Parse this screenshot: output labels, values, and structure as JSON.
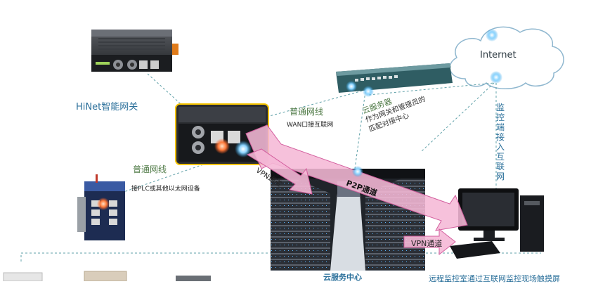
{
  "cloud": {
    "label": "Internet"
  },
  "gateway": {
    "label": "HiNet智能网关"
  },
  "lines": {
    "top_title": "普通网线",
    "top_sub": "WAN口接互联网",
    "left_title": "普通网线",
    "left_sub": "接PLC或其他以太网设备"
  },
  "cloud_service": {
    "title": "云服务器",
    "line1": "作为网关和管理员的",
    "line2": "匹配对接中心"
  },
  "monitor_side": "监控端接入互联网",
  "tunnels": {
    "vpn_left": "VPN通道",
    "p2p": "P2P通道",
    "vpn_right": "VPN通道"
  },
  "bottom": {
    "datacenter": "云服务中心",
    "remote": "远程监控室通过互联网监控现场触摸屏"
  },
  "colors": {
    "arrow": "#f2b3d3",
    "arrow_edge": "#c0448c",
    "dashed": "#5fa0a8",
    "label_blue": "#2a6f9a"
  }
}
